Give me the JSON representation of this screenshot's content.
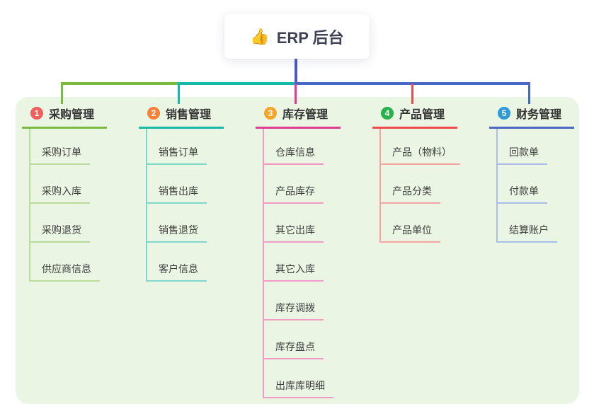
{
  "root": {
    "icon": "👍",
    "label": "ERP 后台"
  },
  "connector": {
    "stem_color": "#4D58C7"
  },
  "panel": {
    "bg": "#EAF5E3"
  },
  "branches": [
    {
      "num": "1",
      "label": "采购管理",
      "badge_color": "#F15E5E",
      "line_color": "#7CB93F",
      "child_line_color": "#B9DC9C",
      "children": [
        "采购订单",
        "采购入库",
        "采购退货",
        "供应商信息"
      ]
    },
    {
      "num": "2",
      "label": "销售管理",
      "badge_color": "#F6823B",
      "line_color": "#16B9A9",
      "child_line_color": "#84D7CB",
      "children": [
        "销售订单",
        "销售出库",
        "销售退货",
        "客户信息"
      ]
    },
    {
      "num": "3",
      "label": "库存管理",
      "badge_color": "#F5A52B",
      "line_color": "#E03C97",
      "child_line_color": "#F19CC7",
      "children": [
        "仓库信息",
        "产品库存",
        "其它出库",
        "其它入库",
        "库存调拨",
        "库存盘点",
        "出库库明细"
      ]
    },
    {
      "num": "4",
      "label": "产品管理",
      "badge_color": "#2BB14B",
      "line_color": "#F04B4B",
      "child_line_color": "#F6A3A3",
      "children": [
        "产品（物料）",
        "产品分类",
        "产品单位"
      ]
    },
    {
      "num": "5",
      "label": "财务管理",
      "badge_color": "#2E9BD6",
      "line_color": "#4A66C6",
      "child_line_color": "#A9BFE8",
      "children": [
        "回款单",
        "付款单",
        "结算账户"
      ]
    }
  ]
}
